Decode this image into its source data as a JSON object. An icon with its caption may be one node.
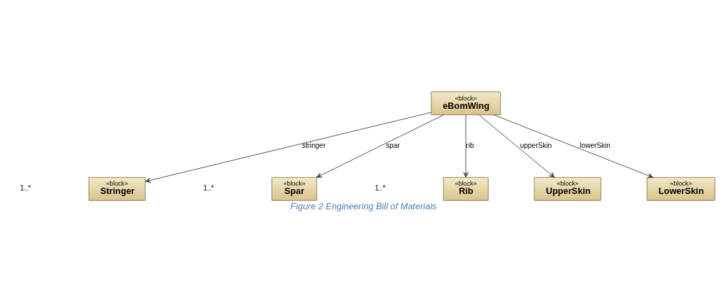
{
  "diagram": {
    "caption": "Figure 2 Engineering Bill of Materials",
    "nodes": [
      {
        "text": [
          "«block»",
          "eBomWing"
        ]
      },
      {
        "text": [
          "«block»",
          "Stringer"
        ]
      },
      {
        "text": [
          "«block»",
          "Spar"
        ]
      },
      {
        "text": [
          "«block»",
          "Rib"
        ]
      },
      {
        "text": [
          "«block»",
          "UpperSkin"
        ]
      },
      {
        "text": [
          "«block»",
          "LowerSkin"
        ]
      }
    ],
    "edges": [
      {
        "from": 0,
        "to": 1,
        "arrow": "to",
        "label": "stringer"
      },
      {
        "from": 0,
        "to": 2,
        "arrow": "to",
        "label": "spar"
      },
      {
        "from": 0,
        "to": 3,
        "arrow": "to",
        "label": "rib"
      },
      {
        "from": 0,
        "to": 4,
        "arrow": "to",
        "label": "upperSkin"
      },
      {
        "from": 0,
        "to": 5,
        "arrow": "to",
        "label": "lowerSkin"
      }
    ],
    "labels": [
      "1..*",
      "1..*",
      "1..*"
    ]
  }
}
